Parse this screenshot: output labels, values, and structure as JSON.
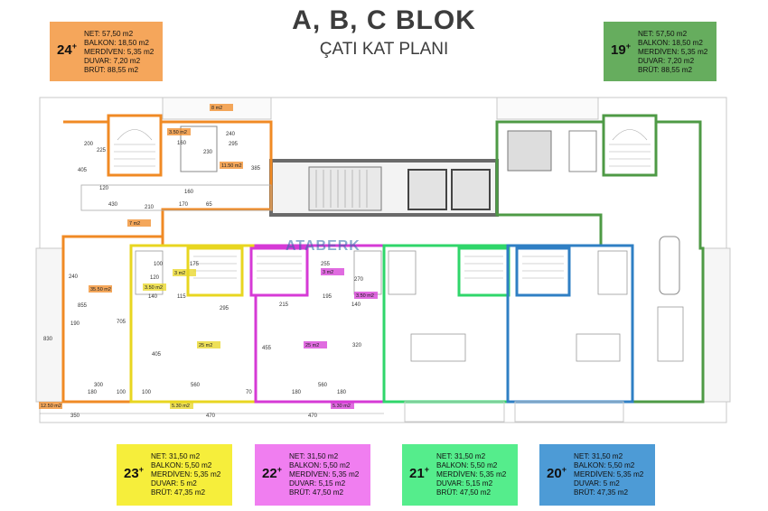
{
  "header": {
    "title": "A, B, C BLOK",
    "subtitle": "ÇATI KAT PLANI"
  },
  "units": [
    {
      "id": "u24",
      "number": "24",
      "suffix": "+",
      "color": "#f5a65b",
      "lines": [
        "NET: 57,50 m2",
        "BALKON: 18,50 m2",
        "MERDİVEN: 5,35 m2",
        "DUVAR: 7,20 m2",
        "BRÜT: 88,55 m2"
      ]
    },
    {
      "id": "u19",
      "number": "19",
      "suffix": "+",
      "color": "#66ad5e",
      "lines": [
        "NET: 57,50 m2",
        "BALKON: 18,50 m2",
        "MERDİVEN: 5,35 m2",
        "DUVAR: 7,20 m2",
        "BRÜT: 88,55 m2"
      ]
    },
    {
      "id": "u23",
      "number": "23",
      "suffix": "+",
      "color": "#f6ee3b",
      "lines": [
        "NET: 31,50 m2",
        "BALKON: 5,50 m2",
        "MERDİVEN: 5,35 m2",
        "DUVAR: 5 m2",
        "BRÜT: 47,35 m2"
      ]
    },
    {
      "id": "u22",
      "number": "22",
      "suffix": "+",
      "color": "#f07ef0",
      "lines": [
        "NET: 31,50 m2",
        "BALKON: 5,50 m2",
        "MERDİVEN: 5,35 m2",
        "DUVAR: 5,15 m2",
        "BRÜT: 47,50 m2"
      ]
    },
    {
      "id": "u21",
      "number": "21",
      "suffix": "+",
      "color": "#55ed8c",
      "lines": [
        "NET: 31,50 m2",
        "BALKON: 5,50 m2",
        "MERDİVEN: 5,35 m2",
        "DUVAR: 5,15 m2",
        "BRÜT: 47,50 m2"
      ]
    },
    {
      "id": "u20",
      "number": "20",
      "suffix": "+",
      "color": "#4d9bd6",
      "lines": [
        "NET: 31,50 m2",
        "BALKON: 5,50 m2",
        "MERDİVEN: 5,35 m2",
        "DUVAR: 5 m2",
        "BRÜT: 47,35 m2"
      ]
    }
  ],
  "brand": "ATABERK",
  "plan_colors": {
    "orange": "#f08a24",
    "green": "#4e9a45",
    "yellow": "#e8d620",
    "magenta": "#d63ad6",
    "lime": "#2fd66a",
    "blue": "#2f7fc4",
    "wall": "#555555",
    "core": "#6a6a6a"
  },
  "plan_area_tags": [
    "8 m2",
    "3.50 m2",
    "11.50 m2",
    "7 m2",
    "35.50 m2",
    "3 m2",
    "3.50 m2",
    "25 m2",
    "3 m2",
    "3.50 m2",
    "25 m2",
    "12.50 m2",
    "5.30 m2",
    "5.30 m2"
  ],
  "plan_dimensions": [
    "240",
    "295",
    "160",
    "230",
    "385",
    "200",
    "225",
    "405",
    "120",
    "430",
    "210",
    "170",
    "65",
    "160",
    "100",
    "175",
    "255",
    "270",
    "120",
    "115",
    "295",
    "215",
    "195",
    "140",
    "140",
    "855",
    "240",
    "190",
    "705",
    "830",
    "405",
    "455",
    "320",
    "300",
    "560",
    "180",
    "100",
    "100",
    "70",
    "180",
    "560",
    "180",
    "350",
    "470",
    "470"
  ]
}
